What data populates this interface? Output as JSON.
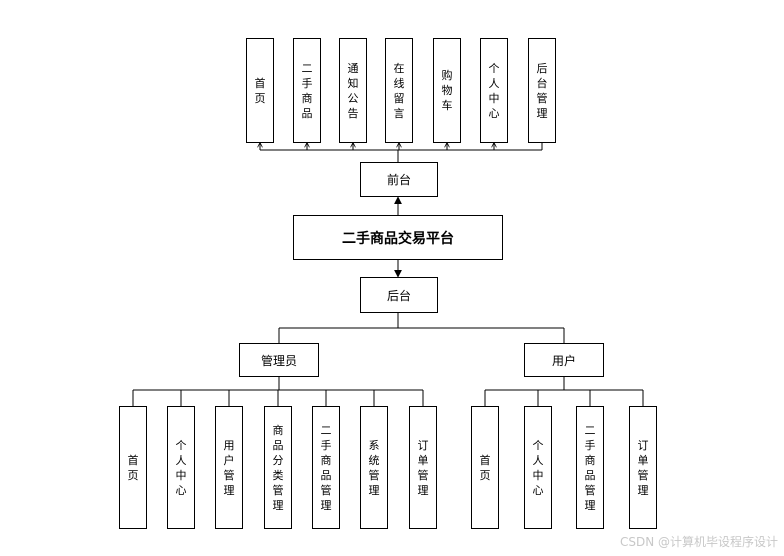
{
  "diagram": {
    "root": "二手商品交易平台",
    "front_label": "前台",
    "back_label": "后台",
    "front_modules": [
      "首页",
      "二手商品",
      "通知公告",
      "在线留言",
      "购物车",
      "个人中心",
      "后台管理"
    ],
    "admin_label": "管理员",
    "admin_modules": [
      "首页",
      "个人中心",
      "用户管理",
      "商品分类管理",
      "二手商品管理",
      "系统管理",
      "订单管理"
    ],
    "user_label": "用户",
    "user_modules": [
      "首页",
      "个人中心",
      "二手商品管理",
      "订单管理"
    ]
  },
  "watermark": "CSDN @计算机毕设程序设计"
}
